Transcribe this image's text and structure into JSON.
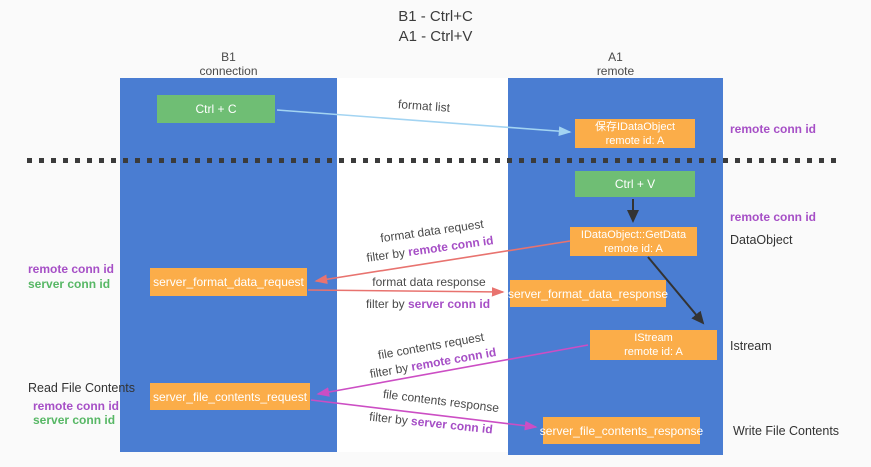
{
  "title": {
    "line1": "B1 - Ctrl+C",
    "line2": "A1 - Ctrl+V"
  },
  "lanes": {
    "left": {
      "title": "B1",
      "subtitle": "connection"
    },
    "right": {
      "title": "A1",
      "subtitle": "remote"
    }
  },
  "boxes": {
    "ctrl_c": {
      "label": "Ctrl + C"
    },
    "save_idataobject": {
      "line1": "保存IDataObject",
      "line2": "remote id: A"
    },
    "ctrl_v": {
      "label": "Ctrl + V"
    },
    "getdata": {
      "line1": "IDataObject::GetData",
      "line2": "remote id: A"
    },
    "format_request": {
      "label": "server_format_data_request"
    },
    "format_response": {
      "label": "server_format_data_response"
    },
    "istream": {
      "line1": "IStream",
      "line2": "remote id: A"
    },
    "file_request": {
      "label": "server_file_contents_request"
    },
    "file_response": {
      "label": "server_file_contents_response"
    }
  },
  "arrow_labels": {
    "format_list": "format list",
    "format_data_request": "format data request",
    "format_data_response": "format data response",
    "file_contents_request": "file contents request",
    "file_contents_response": "file contents response",
    "filter_by": "filter by ",
    "remote_conn_id": "remote conn id",
    "server_conn_id": "server conn id"
  },
  "side_labels": {
    "remote_conn_id": "remote conn id",
    "server_conn_id": "server conn id",
    "dataobject": "DataObject",
    "istream": "Istream",
    "read_file_contents": "Read File Contents",
    "write_file_contents": "Write File Contents"
  },
  "colors": {
    "lane_blue": "#4a7dd2",
    "box_orange": "#fbad49",
    "box_green": "#6fbe74",
    "arrow_red": "#e8736f",
    "arrow_magenta": "#cc4ec4",
    "arrow_lightblue": "#a3d4f2",
    "arrow_black": "#333333",
    "text_purple": "#a64fc6",
    "text_green": "#57b765"
  }
}
